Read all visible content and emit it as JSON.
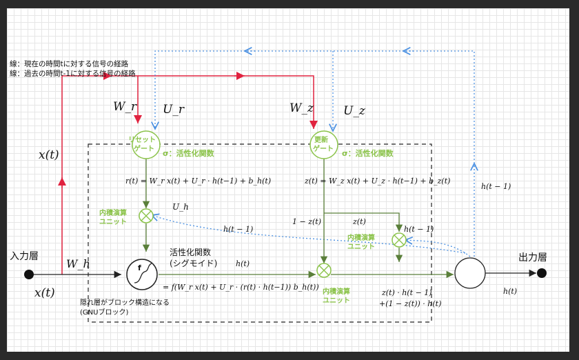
{
  "legend": {
    "line1": "線：現在の時間tに対する信号の経路",
    "line2": "線：過去の時間t-1に対する信号の経路"
  },
  "labels": {
    "input_layer": "入力層",
    "output_layer": "出力層",
    "xt_top": "x(t)",
    "xt_bottom": "x(t)",
    "Wh": "W_h",
    "Wr": "W_r",
    "Ur": "U_r",
    "Wz": "W_z",
    "Uz": "U_z",
    "Uh": "U_h",
    "reset_gate": [
      "リセット",
      "ゲート"
    ],
    "update_gate": [
      "更新",
      "ゲート"
    ],
    "sigma_reset": "σ：活性化関数",
    "sigma_update": "σ：活性化関数",
    "rt_eq": "r(t) = W_r x(t) + U_r · h(t−1) + b_h(t)",
    "zt_eq": "z(t) = W_z x(t) + U_z · h(t−1) + b_z(t)",
    "inner1": [
      "内積演算",
      "ユニット"
    ],
    "inner2": [
      "内積演算",
      "ユニット"
    ],
    "inner3": [
      "内積演算",
      "ユニット"
    ],
    "activation": [
      "活性化関数",
      "(シグモイド)"
    ],
    "f_symbol": "f",
    "ht_mid": "h(t)",
    "ht1_mid": "h(t − 1)",
    "ht1_right_top": "h(t − 1)",
    "ht1_right": "h(t − 1)",
    "one_minus_z": "1 − z(t)",
    "zt_label": "z(t)",
    "f_eq": "= f(W_r x(t) + U_r · (r(t) · h(t−1)) b_h(t))",
    "blend1": "z(t) · h(t − 1)",
    "blend2": "+(1 − z(t)) · h(t)",
    "ht_out": "h(t)",
    "hidden_note": [
      "隠れ層がブロック構造になる",
      "(GNUブロック)"
    ]
  },
  "colors": {
    "current_path": "#e0223f",
    "past_path": "#4a90e2",
    "green": "#8bc34a",
    "dark_green": "#5a7f3a"
  }
}
